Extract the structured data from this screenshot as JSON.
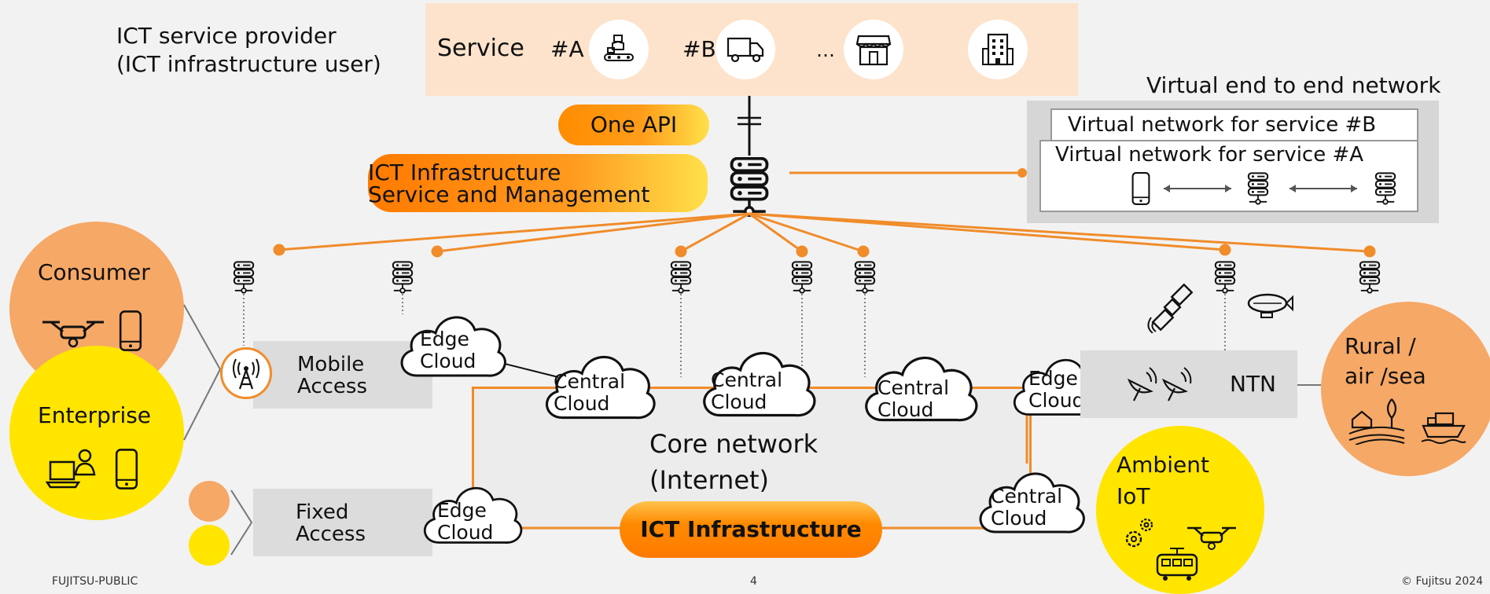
{
  "provider": {
    "title": "ICT service provider\n(ICT infrastructure user)"
  },
  "service": {
    "label": "Service",
    "tag_a": "#A",
    "tag_b": "#B",
    "ellipsis": "…"
  },
  "one_api": "One API",
  "ict_service_mgmt": {
    "line1": "ICT Infrastructure",
    "line2": "Service and Management"
  },
  "virtual": {
    "title": "Virtual end to end network",
    "net_b": "Virtual network for service #B",
    "net_a": "Virtual network for service #A"
  },
  "consumer": "Consumer",
  "enterprise": "Enterprise",
  "mobile_access": "Mobile\nAccess",
  "fixed_access": "Fixed\nAccess",
  "ntn": "NTN",
  "rural": "Rural /\nair /sea",
  "ambient": "Ambient\nIoT",
  "clouds": {
    "edge": "Edge\nCloud",
    "central": "Central\nCloud"
  },
  "core": "Core network\n(Internet)",
  "ict_infrastructure": "ICT Infrastructure",
  "footer": {
    "left": "FUJITSU-PUBLIC",
    "center": "4",
    "right": "© Fujitsu 2024"
  },
  "colors": {
    "orange": "#ff8a00",
    "peach": "#f6a866",
    "yellow": "#ffe500",
    "line_orange": "#f08c2a"
  },
  "icons": [
    "factory-conveyor-icon",
    "truck-icon",
    "store-icon",
    "office-building-icon",
    "server-icon",
    "drone-icon",
    "smartphone-icon",
    "laptop-user-icon",
    "antenna-tower-icon",
    "satellite-icon",
    "airship-icon",
    "satellite-dish-icon",
    "farm-icon",
    "ship-icon",
    "gears-icon",
    "tram-icon"
  ]
}
